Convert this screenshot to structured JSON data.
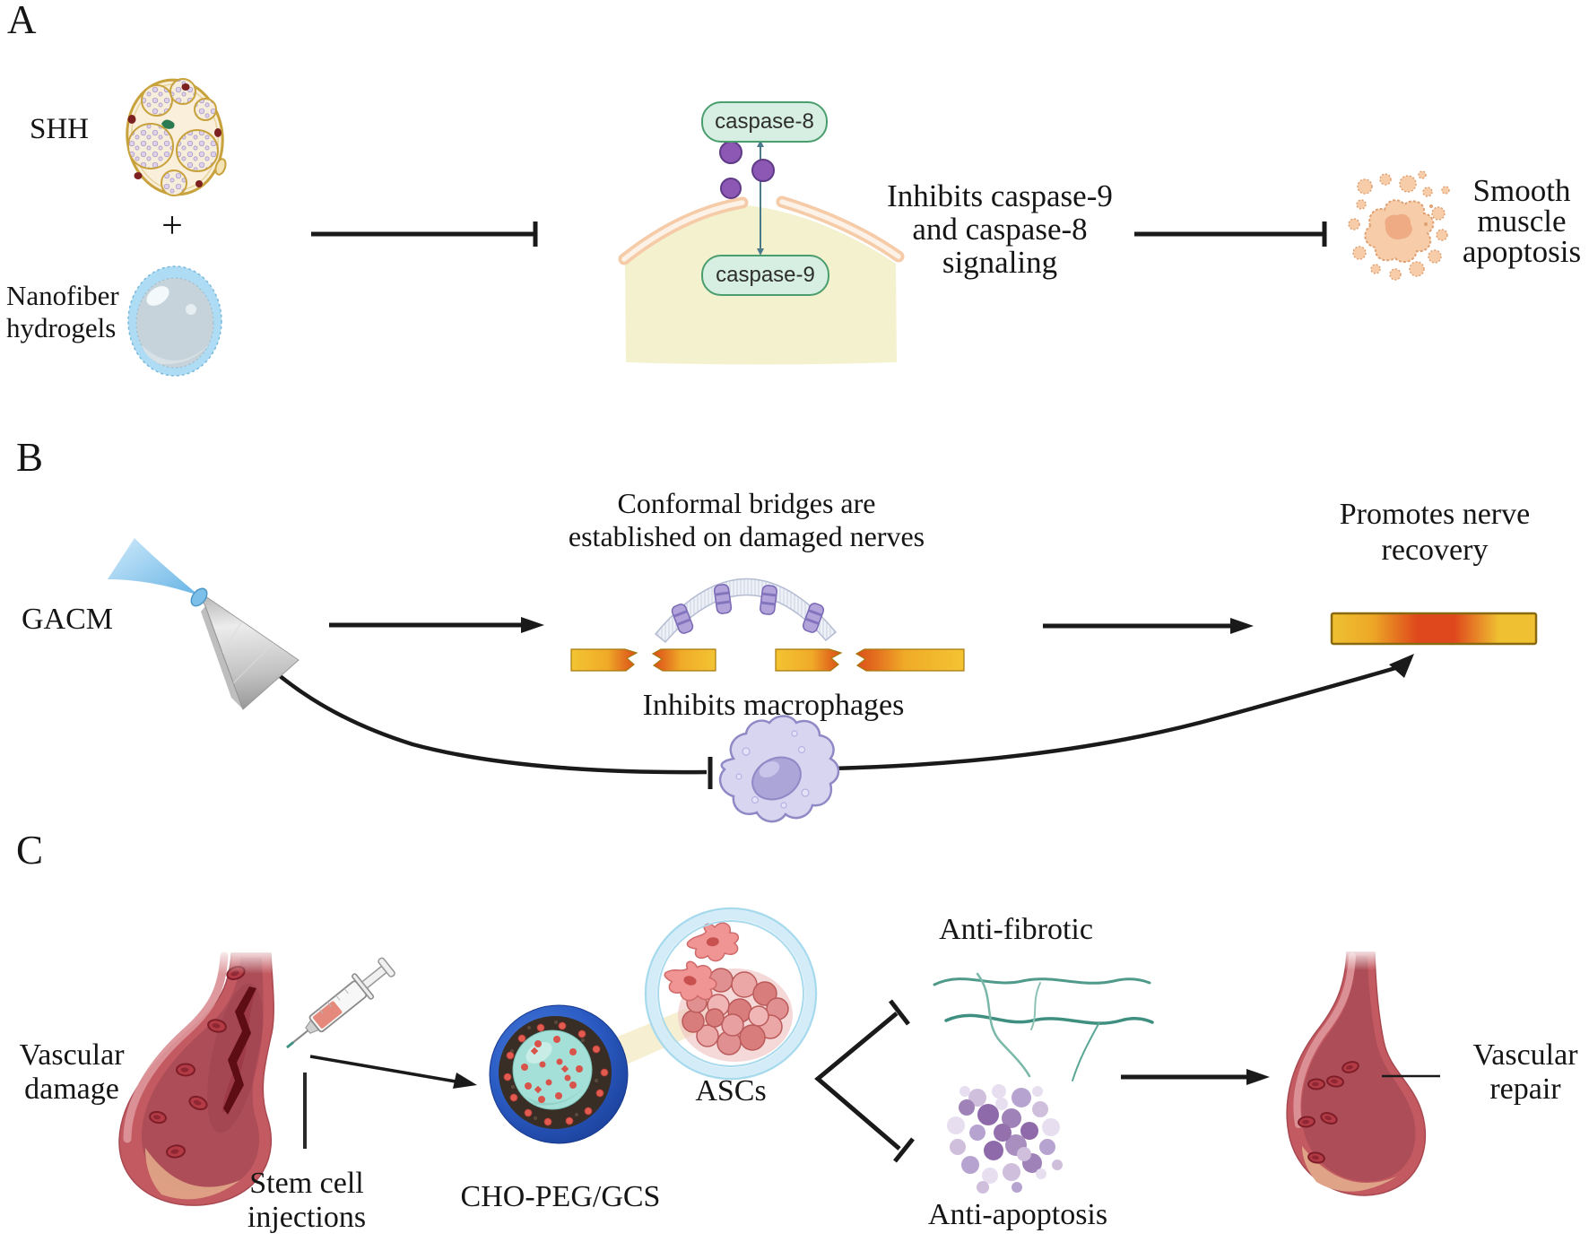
{
  "figure": {
    "panel_a": {
      "letter": "A",
      "shh_label": "SHH",
      "plus_sign": "+",
      "nanofiber_label": "Nanofiber\nhydrogels",
      "caspase8_label": "caspase-8",
      "caspase9_label": "caspase-9",
      "inhibits_caption": "Inhibits caspase-9\nand caspase-8\nsignaling",
      "outcome_caption": "Smooth\nmuscle\napoptosis"
    },
    "panel_b": {
      "letter": "B",
      "gacm_label": "GACM",
      "bridges_caption": "Conformal bridges are\nestablished on damaged nerves",
      "macrophages_caption": "Inhibits macrophages",
      "outcome_caption": "Promotes nerve\nrecovery"
    },
    "panel_c": {
      "letter": "C",
      "damage_label": "Vascular\ndamage",
      "injection_label": "Stem cell\ninjections",
      "hydrogel_label": "CHO-PEG/GCS",
      "ascs_label": "ASCs",
      "anti_fibrotic_label": "Anti-fibrotic",
      "anti_apoptosis_label": "Anti-apoptosis",
      "outcome_label": "Vascular\nrepair"
    },
    "colors": {
      "arrow_black": "#1a1a1a",
      "caspase_pill_fill": "#d6efe2",
      "caspase_pill_border": "#4a9e6e",
      "nerve_yellow": "#f3c433",
      "nerve_orange": "#df481c",
      "vessel_red": "#c45a61",
      "hydrogel_blue": "#aedcf4",
      "sphere_blue": "#2b5cc4",
      "sphere_core_mint": "#a5e0d8",
      "ascs_ring_blue": "#d3ecf8",
      "fiber_teal": "#3f9486",
      "anti_apoptosis_purple": "#9a7cb4",
      "macrophage_lavender": "#d8d5f0",
      "membrane_peach": "#f5cba8",
      "vesicle_purple": "#8d58b4",
      "signal_teal": "#4b7a8b"
    }
  }
}
